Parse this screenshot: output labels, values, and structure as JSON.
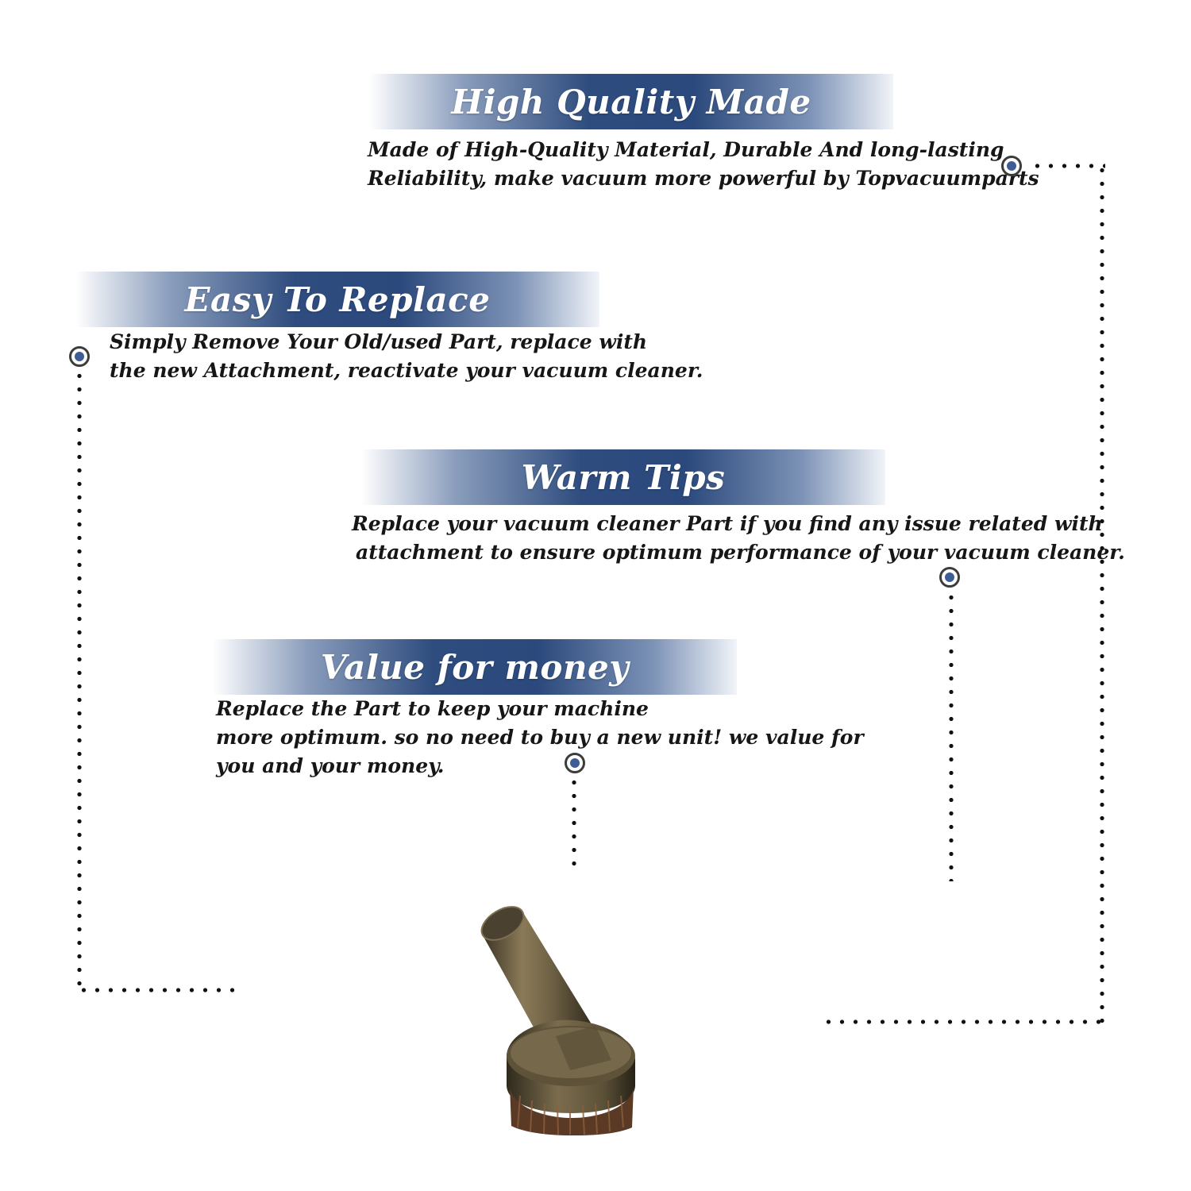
{
  "sections": [
    {
      "title": "High Quality Made",
      "lines": [
        "Made of  High-Quality Material, Durable And long-lasting",
        "Reliability, make vacuum more powerful by Topvacuumparts"
      ]
    },
    {
      "title": "Easy To Replace",
      "lines": [
        "Simply Remove Your Old/used Part, replace with",
        "the new Attachment, reactivate your vacuum cleaner."
      ]
    },
    {
      "title": "Warm Tips",
      "lines": [
        "Replace your vacuum cleaner Part if you find any issue related with",
        "attachment to ensure optimum performance of your vacuum cleaner."
      ]
    },
    {
      "title": "Value for money",
      "lines": [
        "Replace the Part to keep your machine",
        "more optimum. so no need to buy a new unit! we value for",
        "you and your money."
      ]
    }
  ],
  "colors": {
    "banner": "#2e4c7e",
    "marker": "#3e5d95",
    "text": "#161616"
  },
  "product": {
    "icon": "vacuum-dusting-brush-icon"
  }
}
